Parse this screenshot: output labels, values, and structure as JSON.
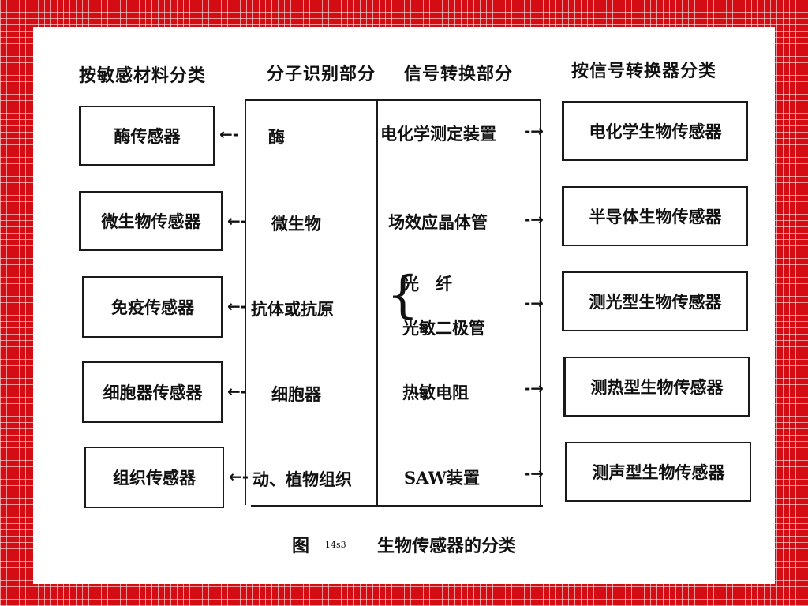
{
  "headers": {
    "material": "按敏感材料分类",
    "recognition": "分子识别部分",
    "signal": "信号转换部分",
    "transducer": "按信号转换器分类"
  },
  "rows": [
    {
      "sensor_by_material": "酶传感器",
      "recognition": "酶",
      "signal": "电化学测定装置",
      "sensor_by_transducer": "电化学生物传感器"
    },
    {
      "sensor_by_material": "微生物传感器",
      "recognition": "微生物",
      "signal": "场效应晶体管",
      "sensor_by_transducer": "半导体生物传感器"
    },
    {
      "sensor_by_material": "免疫传感器",
      "recognition": "抗体或抗原",
      "signal_a": "光　纤",
      "signal_b": "光敏二极管",
      "sensor_by_transducer": "测光型生物传感器"
    },
    {
      "sensor_by_material": "细胞器传感器",
      "recognition": "细胞器",
      "signal": "热敏电阻",
      "sensor_by_transducer": "测热型生物传感器"
    },
    {
      "sensor_by_material": "组织传感器",
      "recognition": "动、植物组织",
      "signal": "SAW装置",
      "sensor_by_transducer": "测声型生物传感器"
    }
  ],
  "arrows": {
    "left": "←-",
    "right": "-→"
  },
  "caption": {
    "prefix": "图",
    "number": "14s3",
    "title": "生物传感器的分类"
  },
  "colors": {
    "background": "#d40d14",
    "grid": "#ffffff",
    "sheet": "#ffffff",
    "ink": "#111111"
  }
}
